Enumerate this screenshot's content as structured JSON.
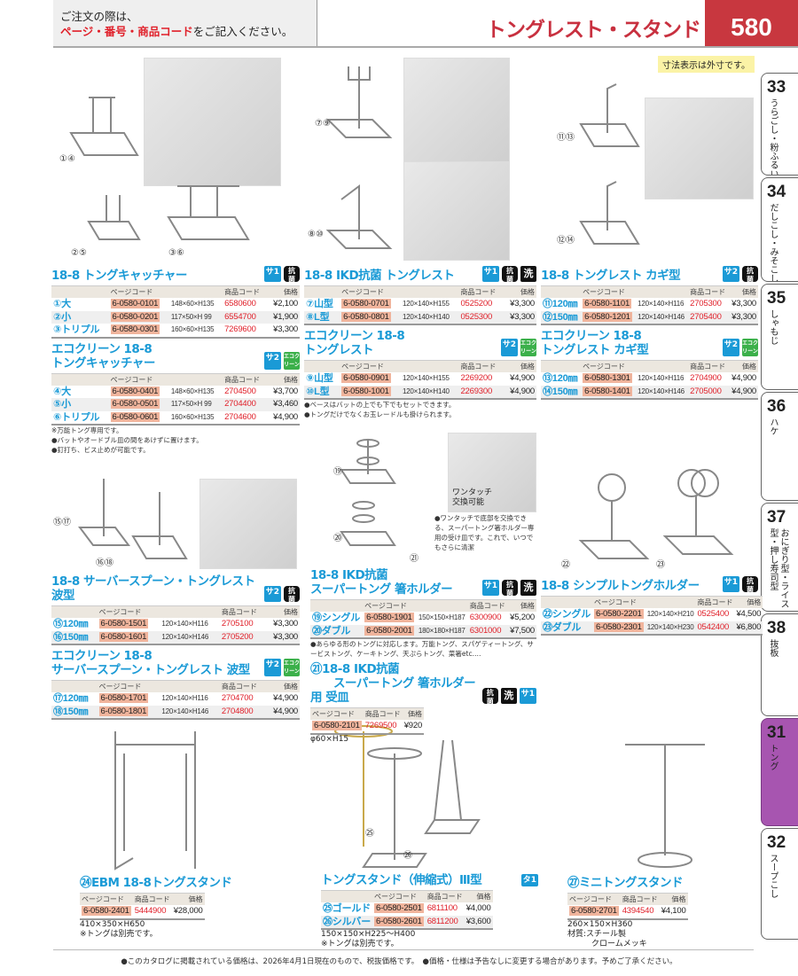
{
  "header": {
    "order_line1": "ご注文の際は、",
    "order_red": "ページ・番号・商品コード",
    "order_line2": "をご記入ください。",
    "title": "トングレスト・スタンド",
    "page_number": "580",
    "dim_note": "寸法表示は外寸です。"
  },
  "tabs": [
    {
      "num": "33",
      "label": "うらごし・粉ふるい"
    },
    {
      "num": "34",
      "label": "だしこし・みそこし"
    },
    {
      "num": "35",
      "label": "しゃもじ"
    },
    {
      "num": "36",
      "label": "ハケ"
    },
    {
      "num": "37",
      "label": "おにぎり型・ライス型・押し寿司型"
    },
    {
      "num": "38",
      "label": "抜板"
    },
    {
      "num": "31",
      "label": "トング",
      "active": true
    },
    {
      "num": "32",
      "label": "スープこし"
    }
  ],
  "photo_labels": [
    "①④",
    "②⑤",
    "③⑥",
    "⑦⑨",
    "⑧⑩",
    "⑪⑬",
    "⑫⑭",
    "⑮⑰",
    "⑯⑱",
    "⑲",
    "⑳",
    "㉑",
    "㉒",
    "㉓",
    "㉕",
    "㉖"
  ],
  "photo_caption": {
    "overlay": "ワンタッチ交換可能",
    "text": "●ワンタッチで底部を交換できる、スーパートング箸ホルダー専用の受け皿です。これで、いつでもさらに清潔"
  },
  "table_headers": {
    "page_code": "ページコード",
    "item_code": "商品コード",
    "price": "価格"
  },
  "badge_text": {
    "sa1": "サ1",
    "sa2": "サ2",
    "ta1": "タ1",
    "kokin": "抗菌",
    "wash": "洗",
    "eco": "エコクリーン"
  },
  "sections": [
    {
      "title": "18-8 トングキャッチャー",
      "badges": [
        "sa1",
        "kokin"
      ],
      "rows": [
        [
          "①大",
          "6-0580-0101",
          "148×60×H135",
          "6580600",
          "¥2,100"
        ],
        [
          "②小",
          "6-0580-0201",
          "117×50×H 99",
          "6554700",
          "¥1,900"
        ],
        [
          "③トリプル",
          "6-0580-0301",
          "160×60×H135",
          "7269600",
          "¥3,300"
        ]
      ]
    },
    {
      "title": "エコクリーン 18-8\nトングキャッチャー",
      "badges": [
        "sa2",
        "eco"
      ],
      "rows": [
        [
          "④大",
          "6-0580-0401",
          "148×60×H135",
          "2704500",
          "¥3,700"
        ],
        [
          "⑤小",
          "6-0580-0501",
          "117×50×H 99",
          "2704400",
          "¥3,460"
        ],
        [
          "⑥トリプル",
          "6-0580-0601",
          "160×60×H135",
          "2704600",
          "¥4,900"
        ]
      ],
      "notes": [
        "※万能トング専用です。",
        "●バットやオードブル皿の間をあけずに置けます。",
        "●釘打ち、ビス止めが可能です。"
      ]
    },
    {
      "title": "18-8 IKD抗菌 トングレスト",
      "badges": [
        "sa1",
        "kokin",
        "wash"
      ],
      "rows": [
        [
          "⑦山型",
          "6-0580-0701",
          "120×140×H155",
          "0525200",
          "¥3,300"
        ],
        [
          "⑧L型",
          "6-0580-0801",
          "120×140×H140",
          "0525300",
          "¥3,300"
        ]
      ]
    },
    {
      "title": "エコクリーン 18-8\nトングレスト",
      "badges": [
        "sa2",
        "eco"
      ],
      "rows": [
        [
          "⑨山型",
          "6-0580-0901",
          "120×140×H155",
          "2269200",
          "¥4,900"
        ],
        [
          "⑩L型",
          "6-0580-1001",
          "120×140×H140",
          "2269300",
          "¥4,900"
        ]
      ],
      "notes": [
        "●ベースはバットの上でも下でもセットできます。",
        "●トングだけでなくお玉レードルも掛けられます。"
      ]
    },
    {
      "title": "18-8 トングレスト カギ型",
      "badges": [
        "sa2",
        "kokin"
      ],
      "rows": [
        [
          "⑪120㎜",
          "6-0580-1101",
          "120×140×H116",
          "2705300",
          "¥3,300"
        ],
        [
          "⑫150㎜",
          "6-0580-1201",
          "120×140×H146",
          "2705400",
          "¥3,300"
        ]
      ]
    },
    {
      "title": "エコクリーン 18-8\nトングレスト カギ型",
      "badges": [
        "sa2",
        "eco"
      ],
      "rows": [
        [
          "⑬120㎜",
          "6-0580-1301",
          "120×140×H116",
          "2704900",
          "¥4,900"
        ],
        [
          "⑭150㎜",
          "6-0580-1401",
          "120×140×H146",
          "2705000",
          "¥4,900"
        ]
      ]
    },
    {
      "title": "18-8 サーバースプーン・トングレスト 波型",
      "badges": [
        "sa2",
        "kokin"
      ],
      "rows": [
        [
          "⑮120㎜",
          "6-0580-1501",
          "120×140×H116",
          "2705100",
          "¥3,300"
        ],
        [
          "⑯150㎜",
          "6-0580-1601",
          "120×140×H146",
          "2705200",
          "¥3,300"
        ]
      ]
    },
    {
      "title": "エコクリーン 18-8\nサーバースプーン・トングレスト 波型",
      "badges": [
        "sa2",
        "eco"
      ],
      "rows": [
        [
          "⑰120㎜",
          "6-0580-1701",
          "120×140×H116",
          "2704700",
          "¥4,900"
        ],
        [
          "⑱150㎜",
          "6-0580-1801",
          "120×140×H146",
          "2704800",
          "¥4,900"
        ]
      ]
    },
    {
      "title": "18-8 IKD抗菌\nスーパートング 箸ホルダー",
      "badges": [
        "sa1",
        "kokin",
        "wash"
      ],
      "rows": [
        [
          "⑲シングル",
          "6-0580-1901",
          "150×150×H187",
          "6300900",
          "¥5,200"
        ],
        [
          "⑳ダブル",
          "6-0580-2001",
          "180×180×H187",
          "6301000",
          "¥7,500"
        ]
      ],
      "notes": [
        "●あらゆる形のトングに対応します。万能トング、スパゲティートング、サービストング、ケーキトング、天ぷらトング、菜箸etc.…"
      ]
    },
    {
      "title": "㉑18-8 IKD抗菌\n　　スーパートング 箸ホルダー用 受皿",
      "badges": [
        "kokin",
        "wash",
        "sa1"
      ],
      "short": true,
      "rows": [
        [
          "",
          "6-0580-2101",
          "",
          "7269500",
          "¥920"
        ]
      ],
      "dims": [
        "φ60×H15"
      ]
    },
    {
      "title": "18-8 シンプルトングホルダー",
      "badges": [
        "sa1",
        "kokin"
      ],
      "rows": [
        [
          "㉒シングル",
          "6-0580-2201",
          "120×140×H210",
          "0525400",
          "¥4,500"
        ],
        [
          "㉓ダブル",
          "6-0580-2301",
          "120×140×H230",
          "0542400",
          "¥6,800"
        ]
      ]
    },
    {
      "title": "㉔EBM 18-8トングスタンド",
      "badges": [],
      "short": true,
      "rows": [
        [
          "",
          "6-0580-2401",
          "",
          "5444900",
          "¥28,000"
        ]
      ],
      "dims": [
        "410×350×H650",
        "※トングは別売です。"
      ]
    },
    {
      "title": "トングスタンド（伸縮式）Ⅲ型",
      "badges": [
        "ta1"
      ],
      "short": true,
      "withlabel": true,
      "rows": [
        [
          "㉕ゴールド",
          "6-0580-2501",
          "",
          "6811100",
          "¥4,000"
        ],
        [
          "㉖シルバー",
          "6-0580-2601",
          "",
          "6811200",
          "¥3,600"
        ]
      ],
      "dims": [
        "150×150×H225～H400",
        "※トングは別売です。"
      ]
    },
    {
      "title": "㉗ミニトングスタンド",
      "badges": [],
      "short": true,
      "rows": [
        [
          "",
          "6-0580-2701",
          "",
          "4394540",
          "¥4,100"
        ]
      ],
      "dims": [
        "260×150×H360",
        "材質:スチール製",
        "　　　クロームメッキ"
      ]
    }
  ],
  "footer": "●このカタログに掲載されている価格は、2026年4月1日現在のもので、税抜価格です。　●価格・仕様は予告なしに変更する場合があります。予めご了承ください。"
}
